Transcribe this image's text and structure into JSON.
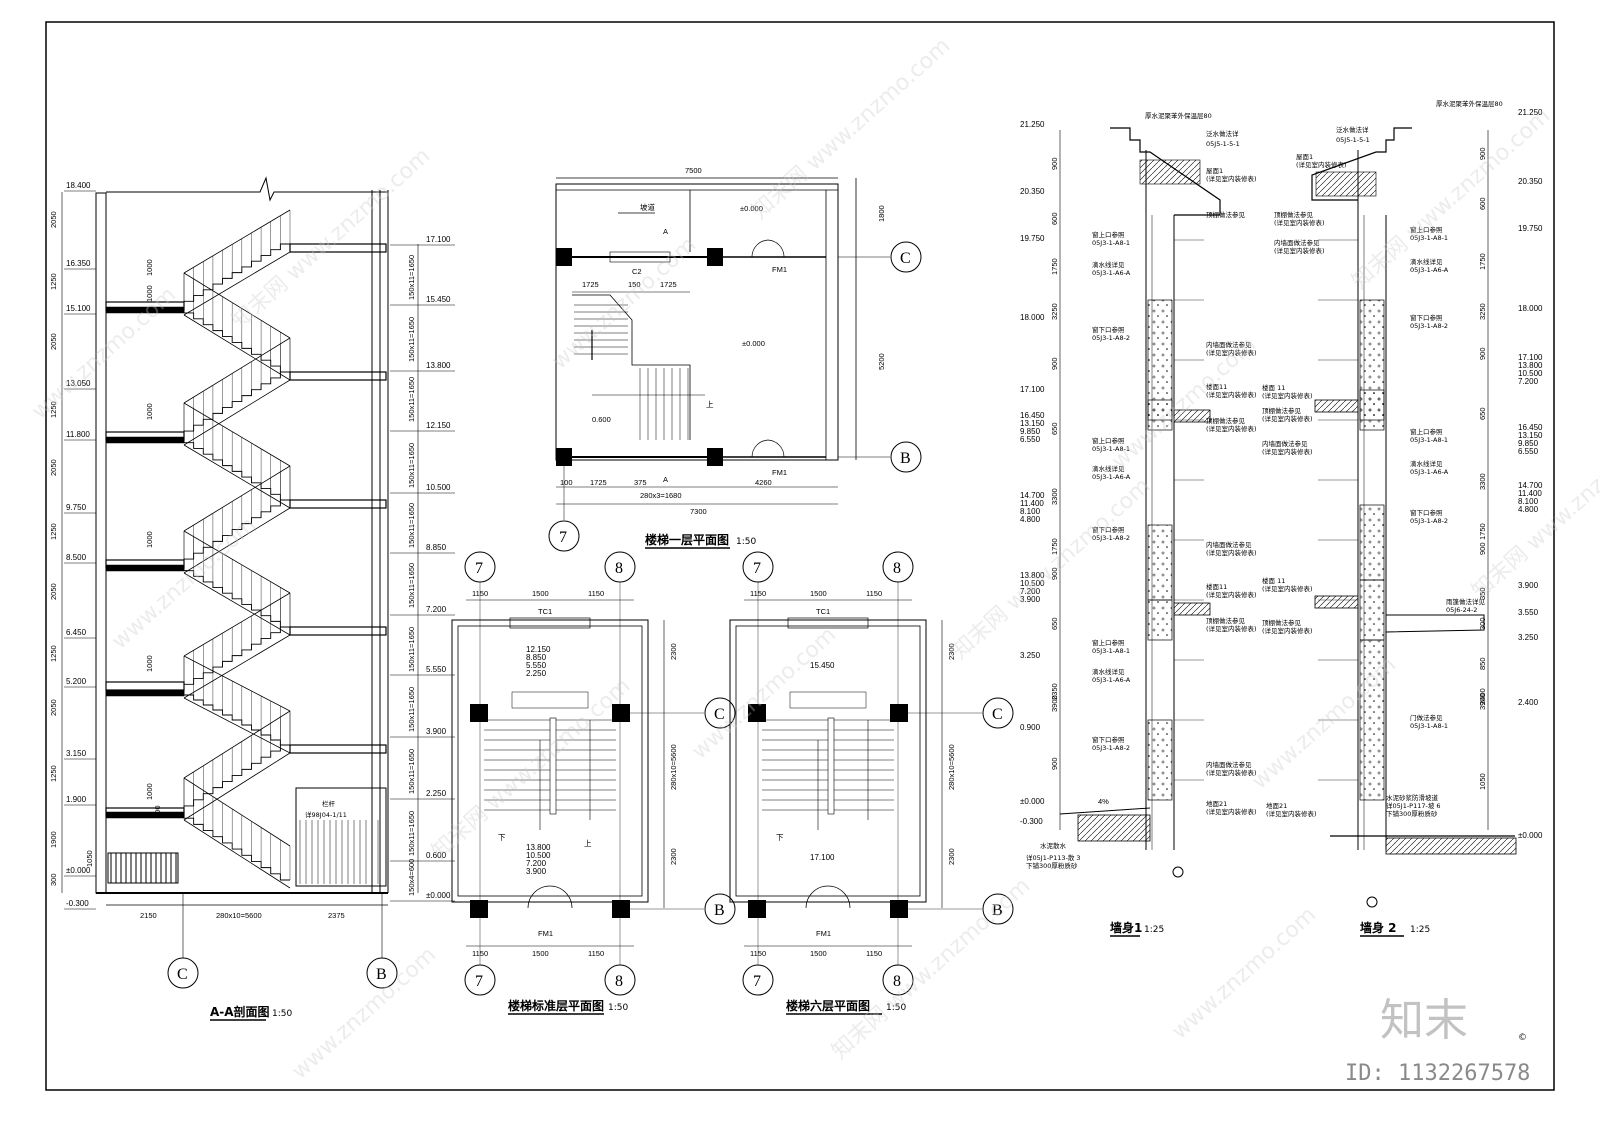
{
  "drawing": {
    "section": {
      "title": "A-A剖面图",
      "scale": "1:50",
      "left_levels": [
        "18.400",
        "16.350",
        "15.100",
        "13.050",
        "11.800",
        "9.750",
        "8.500",
        "6.450",
        "5.200",
        "3.150",
        "1.900",
        "±0.000",
        "-0.300"
      ],
      "left_dims": [
        "2050",
        "1250",
        "2050",
        "1250",
        "2050",
        "1250",
        "2050",
        "1250",
        "2050",
        "1250",
        "1900",
        "300"
      ],
      "right_levels": [
        "17.100",
        "15.450",
        "13.800",
        "12.150",
        "10.500",
        "8.850",
        "7.200",
        "5.550",
        "3.900",
        "2.250",
        "0.600",
        "±0.000"
      ],
      "right_dims": [
        "150x11=1650",
        "150x11=1650",
        "150x11=1650",
        "150x11=1650",
        "150x11=1650",
        "150x11=1650",
        "150x11=1650",
        "150x11=1650",
        "150x11=1650",
        "150x11=1650",
        "150x4=600"
      ],
      "rail_dims": [
        "1000",
        "1000",
        "1000",
        "1000",
        "1000",
        "1000"
      ],
      "bottom_dims": [
        "2150",
        "280x10=5600",
        "2375"
      ],
      "rail_note_1": "栏杆",
      "rail_note_2": "详98J04-1/11",
      "left_small": [
        "1050",
        "500"
      ],
      "axes": [
        "C",
        "B"
      ]
    },
    "first_floor": {
      "title": "楼梯一层平面图",
      "scale": "1:50",
      "top_dim": "7500",
      "right_dims": [
        "1800",
        "5200"
      ],
      "bottom_dims": [
        "100",
        "1725",
        "375",
        "280x3=1680",
        "4260"
      ],
      "bottom_total": "7300",
      "inner_dims": [
        "1725",
        "150",
        "1725"
      ],
      "labels": {
        "c2": "C2",
        "fm1_top": "FM1",
        "fm1_bot": "FM1",
        "up": "上",
        "ramp": "坡道",
        "lvl_top": "±0.000",
        "lvl_room": "±0.000",
        "lvl_low": "0.600",
        "sec_a1": "A",
        "sec_a2": "A"
      },
      "axes": [
        "C",
        "B",
        "7"
      ]
    },
    "std_floor": {
      "title": "楼梯标准层平面图",
      "scale": "1:50",
      "top_dims": [
        "1150",
        "1500",
        "1150"
      ],
      "bottom_dims": [
        "1150",
        "1500",
        "1150"
      ],
      "right_dims": [
        "2300",
        "280x10=5600",
        "2300"
      ],
      "tc1": "TC1",
      "fm1": "FM1",
      "down": "下",
      "up": "上",
      "levels_top": [
        "12.150",
        "8.850",
        "5.550",
        "2.250"
      ],
      "levels_bot": [
        "13.800",
        "10.500",
        "7.200",
        "3.900"
      ],
      "axes": [
        "7",
        "8",
        "C",
        "B"
      ]
    },
    "top_floor": {
      "title": "楼梯六层平面图",
      "scale": "1:50",
      "top_dims": [
        "1150",
        "1500",
        "1150"
      ],
      "bottom_dims": [
        "1150",
        "1500",
        "1150"
      ],
      "right_dims": [
        "2300",
        "280x10=5600",
        "2300"
      ],
      "tc1": "TC1",
      "fm1": "FM1",
      "down": "下",
      "level_top": "15.450",
      "level_bot": "17.100",
      "axes": [
        "7",
        "8",
        "C",
        "B"
      ]
    },
    "wall1": {
      "title": "墙身1",
      "scale": "1:25",
      "levels": [
        "21.250",
        "20.350",
        "19.750",
        "18.000",
        "17.100",
        "16.450",
        "13.150",
        "9.850",
        "6.550",
        "14.700",
        "11.400",
        "8.100",
        "4.800",
        "13.800",
        "10.500",
        "7.200",
        "3.900",
        "3.250",
        "0.900",
        "±0.000",
        "-0.300"
      ],
      "dims": [
        "900",
        "600",
        "1750",
        "3250",
        "900",
        "650",
        "3300",
        "1750",
        "900",
        "650",
        "2350",
        "3900",
        "900"
      ],
      "notes": [
        "厚水泥聚苯外保温层80",
        "泛水做法详",
        "05J5-1-5-1",
        "屋面1",
        "(详见室内装修表)",
        "窗上口参照",
        "05J3-1-A8-1",
        "顶棚做法参见",
        "滴水线详见",
        "05J3-1-A6-A",
        "内墙面做法参见",
        "(详见室内装修表)",
        "窗下口参照",
        "05J3-1-A8-2",
        "楼面11",
        "(详见室内装修表)",
        "顶棚做法参见",
        "(详见室内装修表)",
        "窗上口参照",
        "05J3-1-A8-1",
        "滴水线详见",
        "05J3-1-A6-A",
        "窗下口参照",
        "05J3-1-A8-2",
        "内墙面做法参见",
        "(详见室内装修表)",
        "楼面11",
        "(详见室内装修表)",
        "顶棚做法参见",
        "(详见室内装修表)",
        "窗上口参照",
        "05J3-1-A8-1",
        "滴水线详见",
        "05J3-1-A6-A",
        "窗下口参照",
        "05J3-1-A8-2",
        "内墙面做法参见",
        "(详见室内装修表)",
        "地面21",
        "(详见室内装修表)",
        "水泥散水",
        "详05J1-P113-散 3",
        "下铺300厚粉质砂"
      ],
      "slope": "4%"
    },
    "wall2": {
      "title": "墙身 2",
      "scale": "1:25",
      "levels": [
        "21.250",
        "20.350",
        "19.750",
        "18.000",
        "17.100",
        "13.800",
        "10.500",
        "7.200",
        "16.450",
        "13.150",
        "9.850",
        "6.550",
        "14.700",
        "11.400",
        "8.100",
        "4.800",
        "3.900",
        "3.550",
        "3.250",
        "2.400",
        "±0.000"
      ],
      "dims": [
        "900",
        "600",
        "1750",
        "3250",
        "900",
        "650",
        "3300",
        "1750",
        "900",
        "350",
        "300",
        "850",
        "2400",
        "3900",
        "1050"
      ],
      "notes": [
        "厚水泥聚苯外保温层80",
        "泛水做法详",
        "05J5-1-5-1",
        "屋面1",
        "(详见室内装修表)",
        "顶棚做法参见",
        "(详见室内装修表)",
        "窗上口参照",
        "05J3-1-A8-1",
        "内墙面做法参见",
        "(详见室内装修表)",
        "滴水线详见",
        "05J3-1-A6-A",
        "窗下口参照",
        "05J3-1-A8-2",
        "楼面 11",
        "(详见室内装修表)",
        "顶棚做法参见",
        "(详见室内装修表)",
        "窗上口参照",
        "05J3-1-A8-1",
        "内墙面做法参见",
        "(详见室内装修表)",
        "滴水线详见",
        "05J3-1-A6-A",
        "窗下口参照",
        "05J3-1-A8-2",
        "楼面 11",
        "(详见室内装修表)",
        "雨篷做法详见",
        "05J6-24-2",
        "顶棚做法参见",
        "(详见室内装修表)",
        "门做法参见",
        "05J3-1-A8-1",
        "地面21",
        "(详见室内装修表)",
        "水泥砂浆防滑坡道",
        "详05J1-P117-坡 6",
        "下铺300厚粉质砂"
      ]
    },
    "watermark": {
      "site": "www.znzmo.com",
      "brand_cn": "知末",
      "brand_mark": "知末网",
      "id": "ID: 1132267578",
      "tiny": "©"
    }
  }
}
